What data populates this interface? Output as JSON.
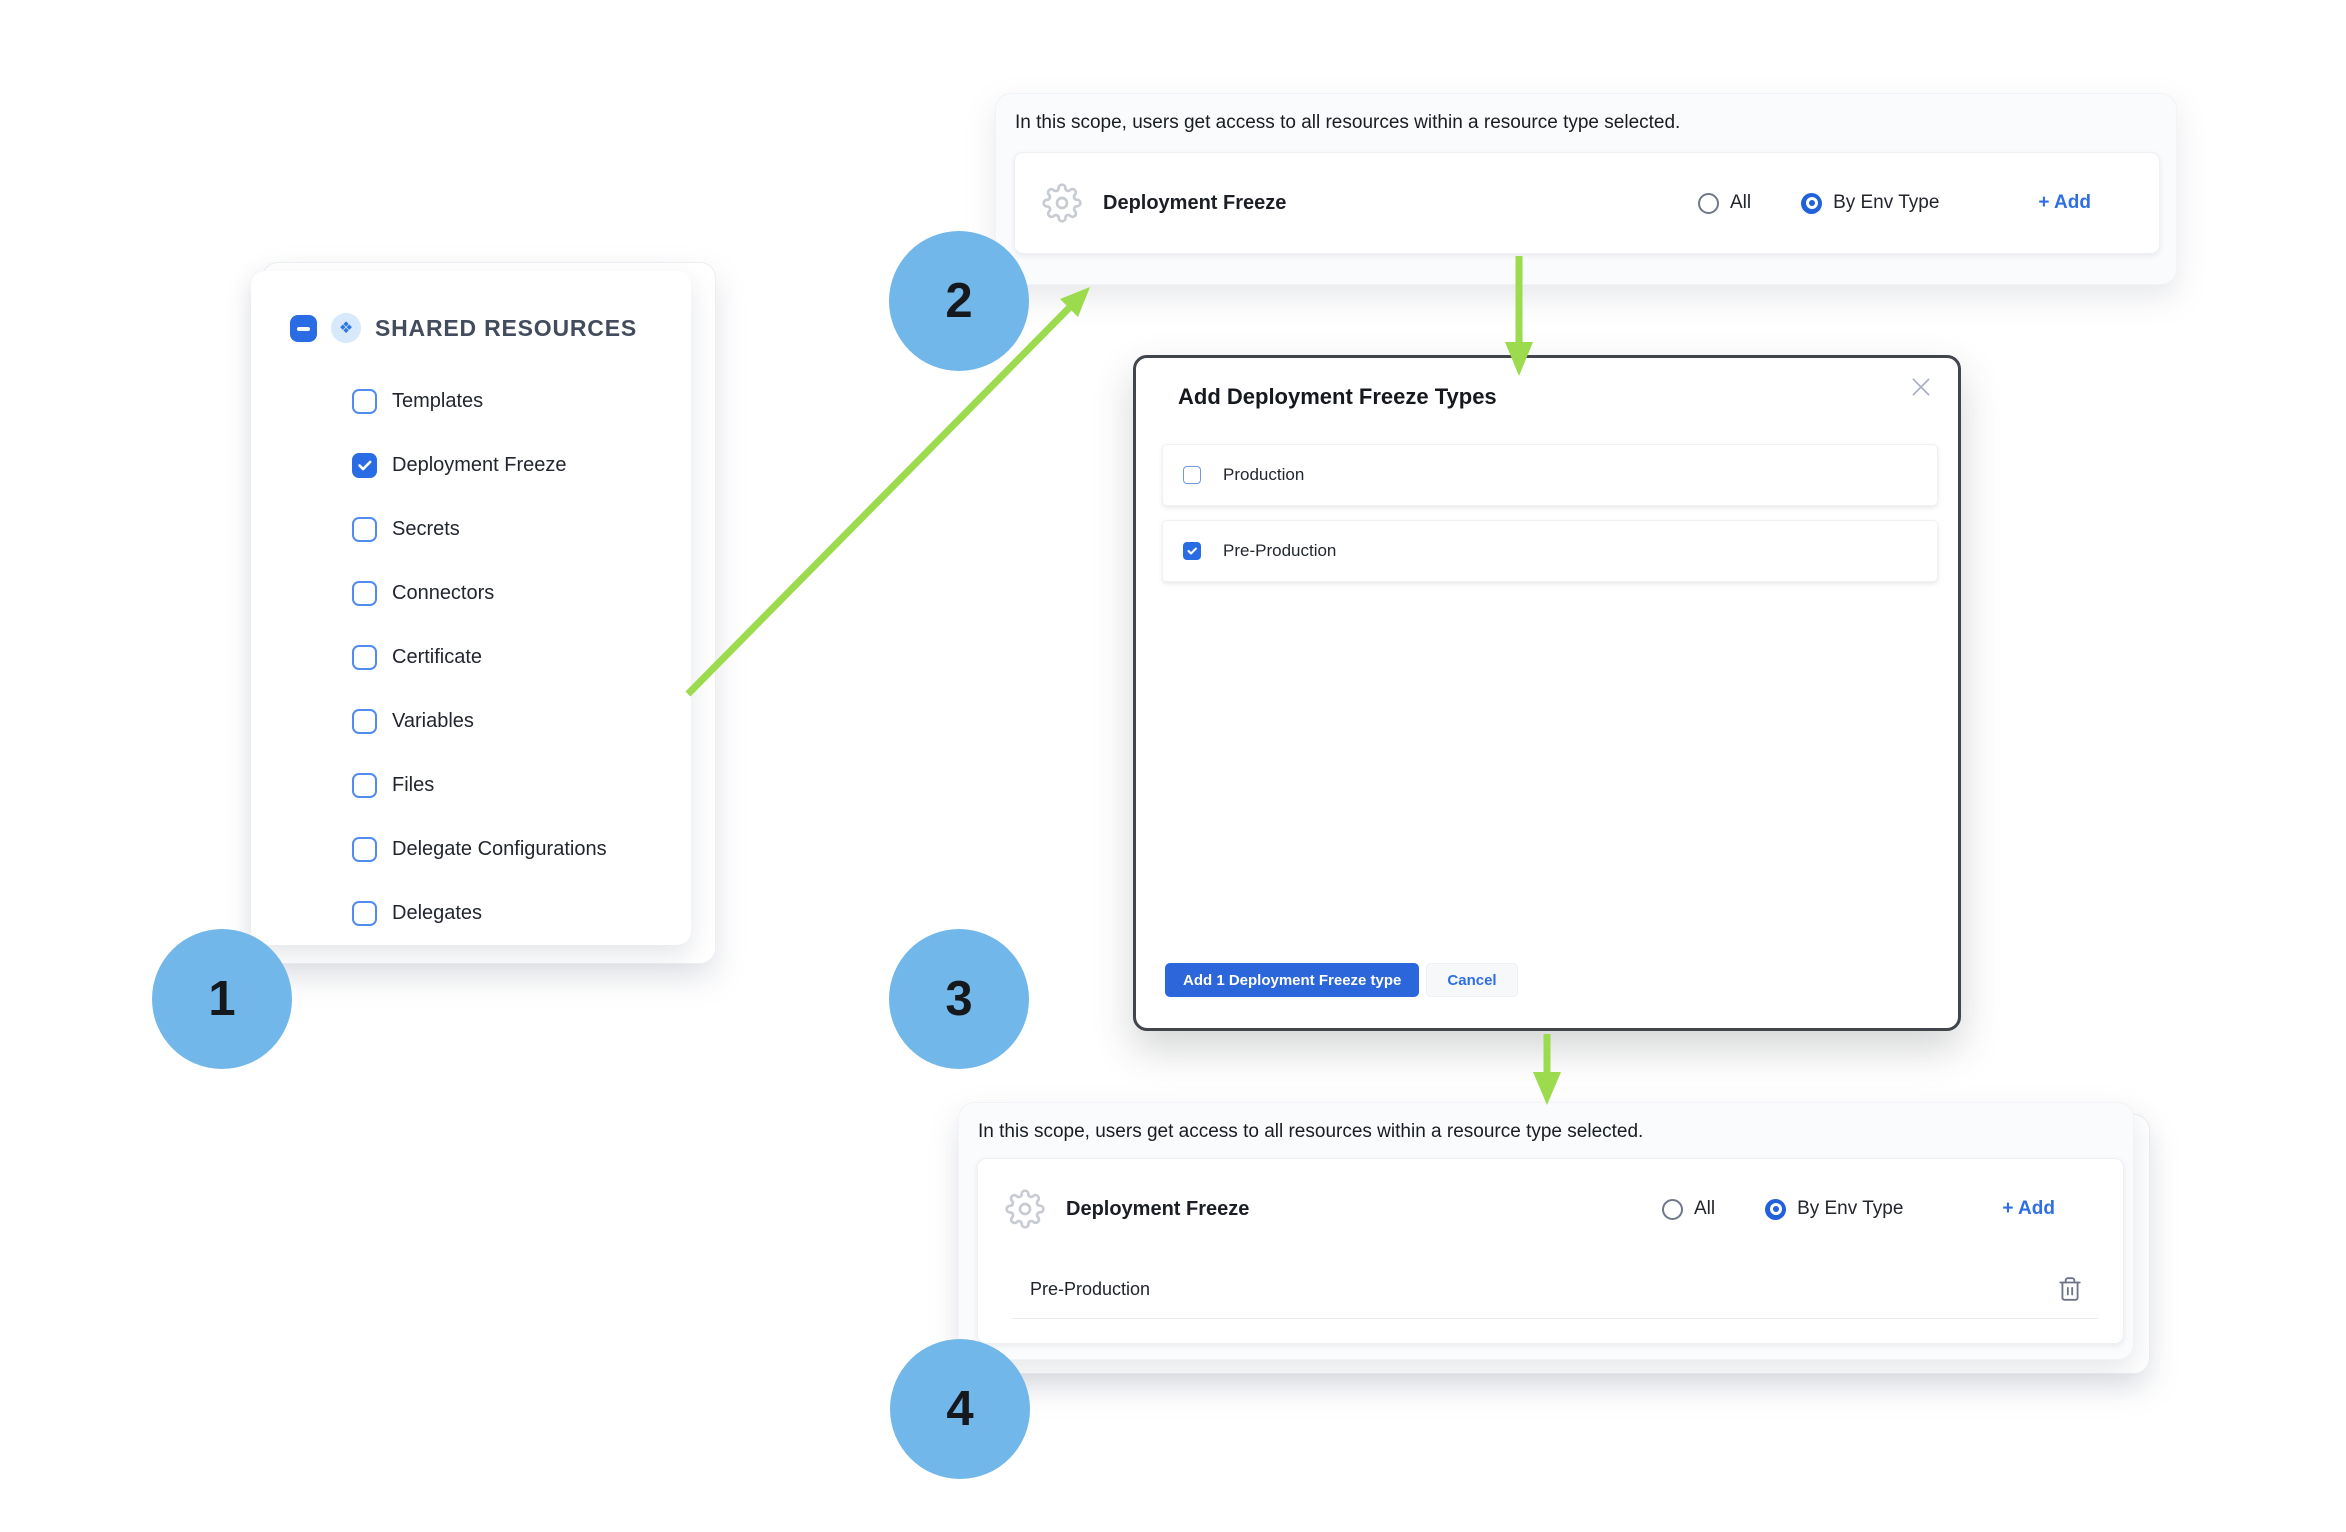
{
  "steps": {
    "s1": "1",
    "s2": "2",
    "s3": "3",
    "s4": "4"
  },
  "shared_panel": {
    "title": "SHARED RESOURCES",
    "icon": "❖",
    "items": [
      {
        "label": "Templates",
        "checked": false
      },
      {
        "label": "Deployment Freeze",
        "checked": true
      },
      {
        "label": "Secrets",
        "checked": false
      },
      {
        "label": "Connectors",
        "checked": false
      },
      {
        "label": "Certificate",
        "checked": false
      },
      {
        "label": "Variables",
        "checked": false
      },
      {
        "label": "Files",
        "checked": false
      },
      {
        "label": "Delegate Configurations",
        "checked": false
      },
      {
        "label": "Delegates",
        "checked": false
      }
    ]
  },
  "scope_card": {
    "description": "In this scope, users get access to all resources within a resource type selected.",
    "resource_name": "Deployment Freeze",
    "radio_all": "All",
    "radio_by_env_type": "By Env Type",
    "add_link": "+ Add"
  },
  "modal": {
    "title": "Add Deployment Freeze Types",
    "options": [
      {
        "label": "Production",
        "checked": false
      },
      {
        "label": "Pre-Production",
        "checked": true
      }
    ],
    "primary_button": "Add 1 Deployment Freeze type",
    "cancel_button": "Cancel"
  },
  "result_panel": {
    "selected_type": "Pre-Production"
  },
  "colors": {
    "accent_blue": "#2a6ce3",
    "link_blue": "#2f6fe4",
    "step_circle_blue": "#72b7e9",
    "arrow_green": "#9bdb4d",
    "modal_border": "#41454c"
  }
}
